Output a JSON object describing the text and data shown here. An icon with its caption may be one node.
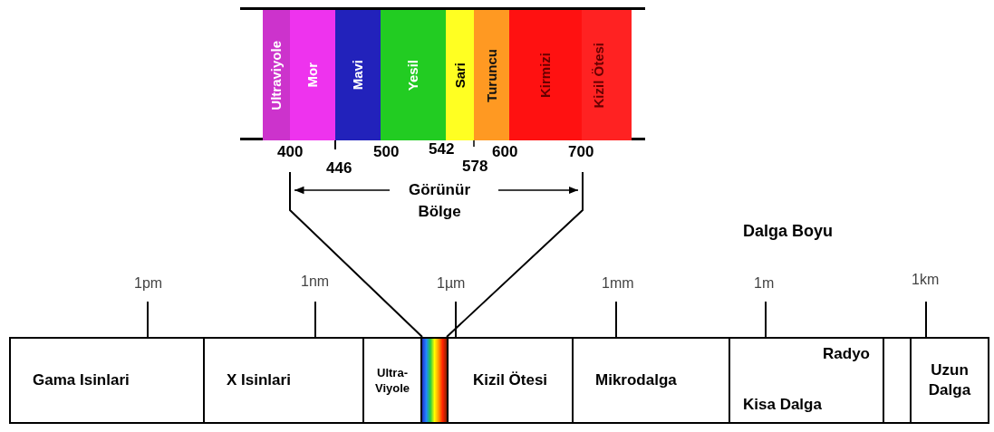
{
  "diagram": {
    "nodes": [
      {
        "text": [],
        "shape": "bar"
      },
      {
        "text": [
          "Ultraviyole"
        ],
        "in": 0
      },
      {
        "text": [
          "Mor"
        ],
        "in": 0
      },
      {
        "text": [
          "Mavi"
        ],
        "in": 0
      },
      {
        "text": [
          "Yesil"
        ],
        "in": 0
      },
      {
        "text": [
          "Sari"
        ],
        "in": 0
      },
      {
        "text": [
          "Turuncu"
        ],
        "in": 0
      },
      {
        "text": [
          "Kirmizi"
        ],
        "in": 0
      },
      {
        "text": [
          "Kizil Ötesi"
        ],
        "in": 0
      },
      {
        "text": [
          "Gama Isinlari"
        ]
      },
      {
        "text": [
          "X Isinlari"
        ]
      },
      {
        "text": [
          "Ultra-Viyole"
        ]
      },
      {
        "text": [],
        "shape": "bar"
      },
      {
        "text": [
          "Kizil Ötesi"
        ]
      },
      {
        "text": [
          "Mikrodalga"
        ]
      },
      {
        "text": [
          "Radyo",
          "Kisa Dalga"
        ]
      },
      {
        "text": [],
        "shape": "box"
      },
      {
        "text": [
          "Uzun Dalga"
        ]
      }
    ],
    "edges": [
      {
        "from": 12,
        "to": 0,
        "arrow": "none"
      },
      {
        "from": 12,
        "to": 0,
        "arrow": "none"
      }
    ],
    "labels": [
      "400",
      "446",
      "500",
      "542",
      "578",
      "600",
      "700",
      "Görünür Bölge",
      "Dalga Boyu",
      "1pm",
      "1nm",
      "1µm",
      "1mm",
      "1m",
      "1km"
    ]
  }
}
